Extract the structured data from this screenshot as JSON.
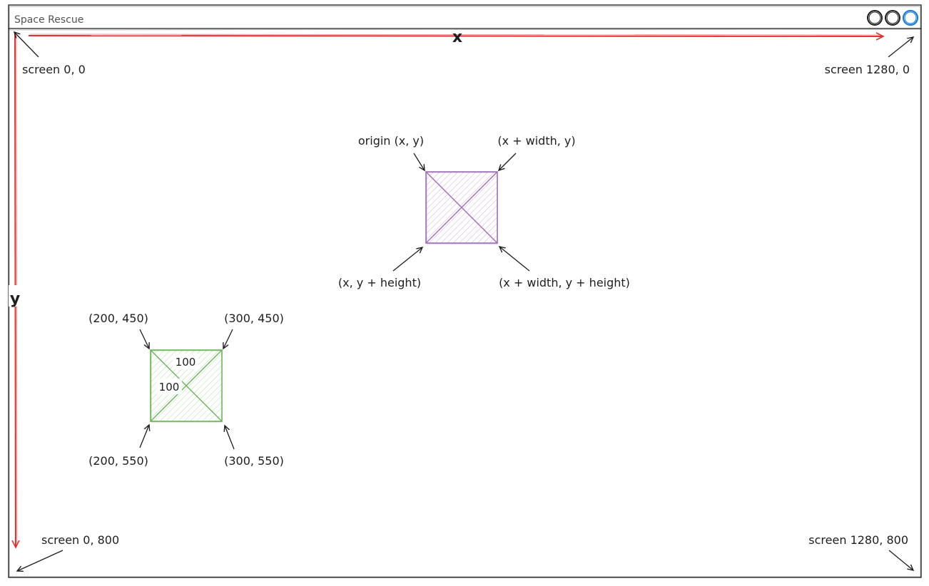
{
  "window": {
    "title": "Space Rescue",
    "controls": [
      "circle-icon",
      "circle-icon",
      "circle-icon"
    ],
    "active_control_color": "#1c7ed6"
  },
  "axes": {
    "x_label": "x",
    "y_label": "y",
    "color": "#e03131"
  },
  "corners": {
    "top_left": "screen 0, 0",
    "top_right": "screen 1280, 0",
    "bottom_left": "screen 0, 800",
    "bottom_right": "screen 1280, 800"
  },
  "generic_box": {
    "color": "#9c6fb6",
    "top_left": "origin (x, y)",
    "top_right": "(x + width, y)",
    "bottom_left": "(x, y + height)",
    "bottom_right": "(x + width, y + height)"
  },
  "example_box": {
    "color": "#6bb35a",
    "top_left": "(200, 450)",
    "top_right": "(300, 450)",
    "bottom_left": "(200, 550)",
    "bottom_right": "(300, 550)",
    "width_label": "100",
    "height_label": "100"
  }
}
